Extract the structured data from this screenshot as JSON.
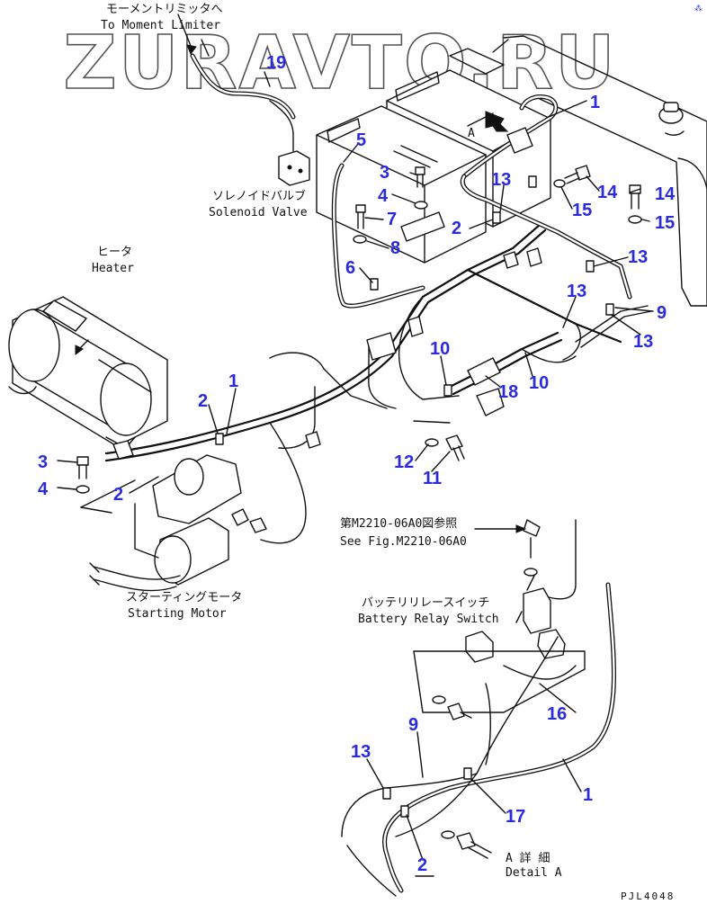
{
  "watermark": "ZURAVTO.RU",
  "corner_mark": "⁂",
  "code": "PJL4048",
  "labels": {
    "moment_limiter_jp": "モーメントリミッタへ",
    "moment_limiter_en": "To Moment Limiter",
    "solenoid_jp": "ソレノイドバルブ",
    "solenoid_en": "Solenoid Valve",
    "heater_jp": "ヒータ",
    "heater_en": "Heater",
    "starting_jp": "スターティングモータ",
    "starting_en": "Starting Motor",
    "see_fig_jp": "第M2210-06A0図参照",
    "see_fig_en": "See Fig.M2210-06A0",
    "battery_jp": "バッテリリレースイッチ",
    "battery_en": "Battery Relay Switch",
    "detail_jp": "A 詳 細",
    "detail_en": "Detail A",
    "view_a": "A"
  },
  "callouts": [
    "19",
    "1",
    "5",
    "3",
    "4",
    "7",
    "8",
    "6",
    "13",
    "14",
    "15",
    "2",
    "13",
    "15",
    "14",
    "13",
    "13",
    "9",
    "10",
    "10",
    "18",
    "1",
    "2",
    "3",
    "4",
    "2",
    "12",
    "11",
    "16",
    "9",
    "13",
    "17",
    "1",
    "2"
  ]
}
